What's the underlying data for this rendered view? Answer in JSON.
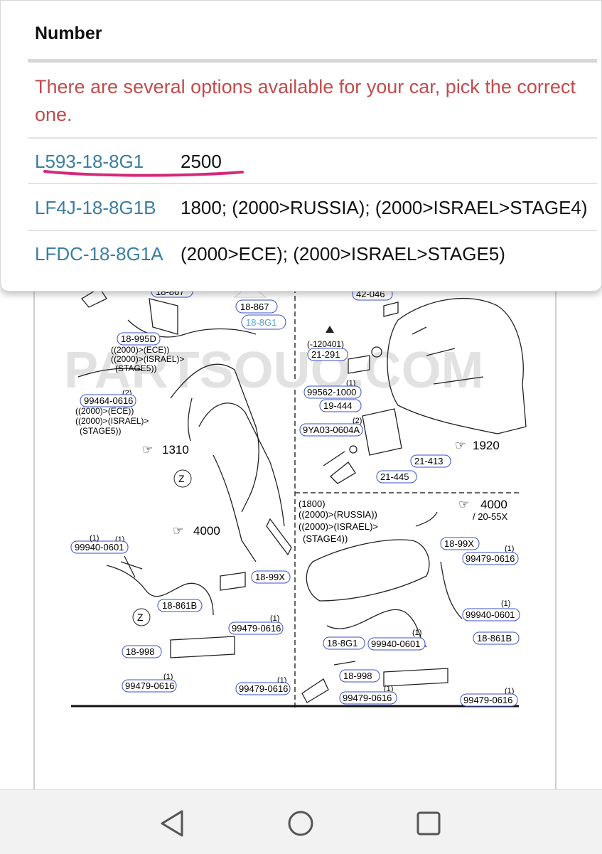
{
  "popup": {
    "title": "Number",
    "warning": "There are several options available for your car, pick the correct one.",
    "rows": [
      {
        "part": "L593-18-8G1",
        "desc": "2500"
      },
      {
        "part": "LF4J-18-8G1B",
        "desc": "1800; (2000>RUSSIA); (2000>ISRAEL>STAGE4)"
      },
      {
        "part": "LFDC-18-8G1A",
        "desc": "(2000>ECE); (2000>ISRAEL>STAGE5)"
      }
    ]
  },
  "diagram": {
    "watermark": "PARTSOUQ.COM",
    "labels": {
      "l_18867a": "18-867",
      "l_18867b": "18-867",
      "l_188g1_top": "18-8G1",
      "l_18995d": "18-995D",
      "l_ece1": "((2000)>(ECE))",
      "l_israel1": "((2000)>(ISRAEL)>",
      "l_stage5a": "(STAGE5))",
      "l_99464": "99464-0616",
      "l_ece2": "((2000)>(ECE))",
      "l_israel2": "((2000)>(ISRAEL)>",
      "l_stage5b": "(STAGE5))",
      "l_1310": "1310",
      "l_z1": "Z",
      "l_4000a": "4000",
      "l_99940a": "99940-0601",
      "l_18861ba": "18-861B",
      "l_z2": "Z",
      "l_1899xa": "18-99X",
      "l_99479a": "99479-0616",
      "l_18998a": "18-998",
      "l_99479b": "99479-0616",
      "l_99479c": "99479-0616",
      "l_42046": "42-046",
      "l_120401": "(-120401)",
      "l_21291": "21-291",
      "l_99562": "99562-1000",
      "l_19444": "19-444",
      "l_9ya03": "9YA03-0604A",
      "l_21413": "21-413",
      "l_1920": "1920",
      "l_21445": "21-445",
      "l_1800": "(1800)",
      "l_russia": "((2000)>(RUSSIA))",
      "l_israel3": "((2000)>(ISRAEL)>",
      "l_stage4": "(STAGE4))",
      "l_4000b": "4000",
      "l_2055x": "/ 20-55X",
      "l_1899xb": "18-99X",
      "l_99479d": "99479-0616",
      "l_99940b": "99940-0601",
      "l_18861bb": "18-861B",
      "l_188g1_bot": "18-8G1",
      "l_99940c": "99940-0601",
      "l_18998b": "18-998",
      "l_99479e": "99479-0616",
      "l_99479f": "99479-0616",
      "q1": "(1)",
      "q2": "(2)",
      "q3": "(1)",
      "q4": "(1)",
      "q5": "(1)",
      "q6": "(1)",
      "q7": "(1)",
      "q8": "(2)",
      "q9": "(1)",
      "q10": "(1)",
      "q11": "(1)",
      "q12": "(1)",
      "q13": "(1)"
    }
  },
  "nav": {
    "back": "back-icon",
    "home": "home-icon",
    "recents": "recents-icon"
  }
}
